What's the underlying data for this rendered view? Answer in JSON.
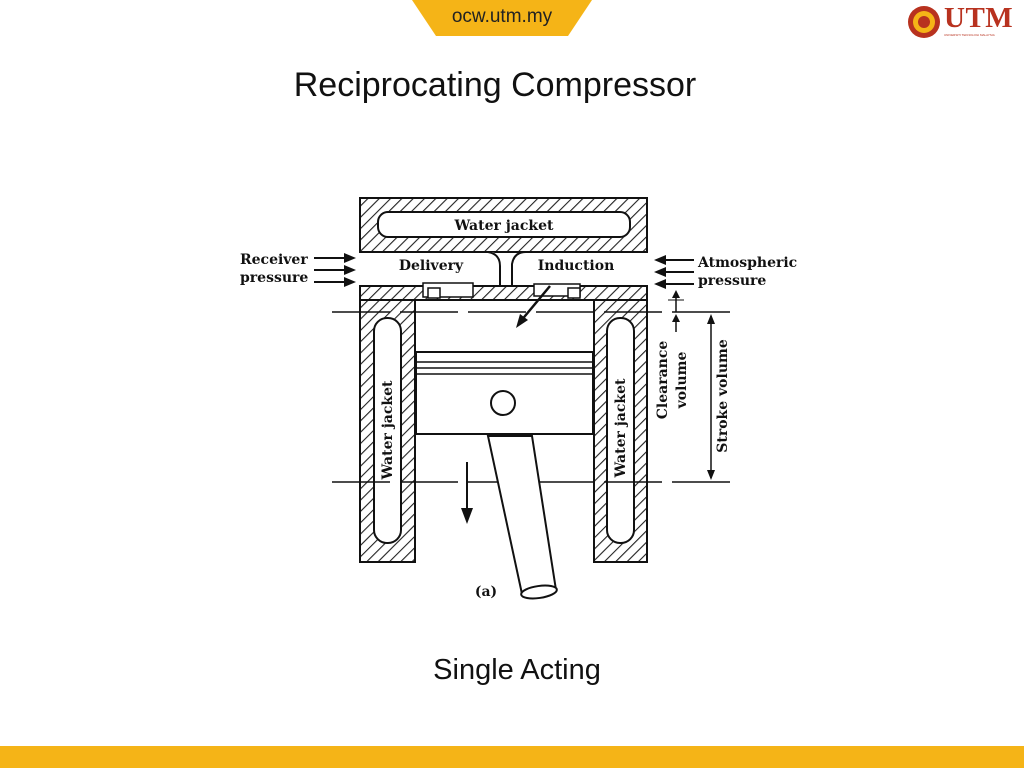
{
  "header": {
    "tab_text": "ocw.utm.my",
    "logo_text": "UTM",
    "logo_subtext": "UNIVERSITI TEKNOLOGI MALAYSIA"
  },
  "slide": {
    "title": "Reciprocating Compressor",
    "caption": "Single Acting"
  },
  "diagram": {
    "water_jacket_top": "Water jacket",
    "delivery": "Delivery",
    "induction": "Induction",
    "receiver_pressure_line1": "Receiver",
    "receiver_pressure_line2": "pressure",
    "atmospheric_line1": "Atmospheric",
    "atmospheric_line2": "pressure",
    "water_jacket_left": "Water jacket",
    "water_jacket_right": "Water jacket",
    "clearance_line1": "Clearance",
    "clearance_line2": "volume",
    "stroke_volume": "Stroke volume",
    "figure_label": "(a)"
  },
  "colors": {
    "tab": "#f5b417",
    "bottom_bar": "#f5b417",
    "logo": "#b8321f"
  }
}
